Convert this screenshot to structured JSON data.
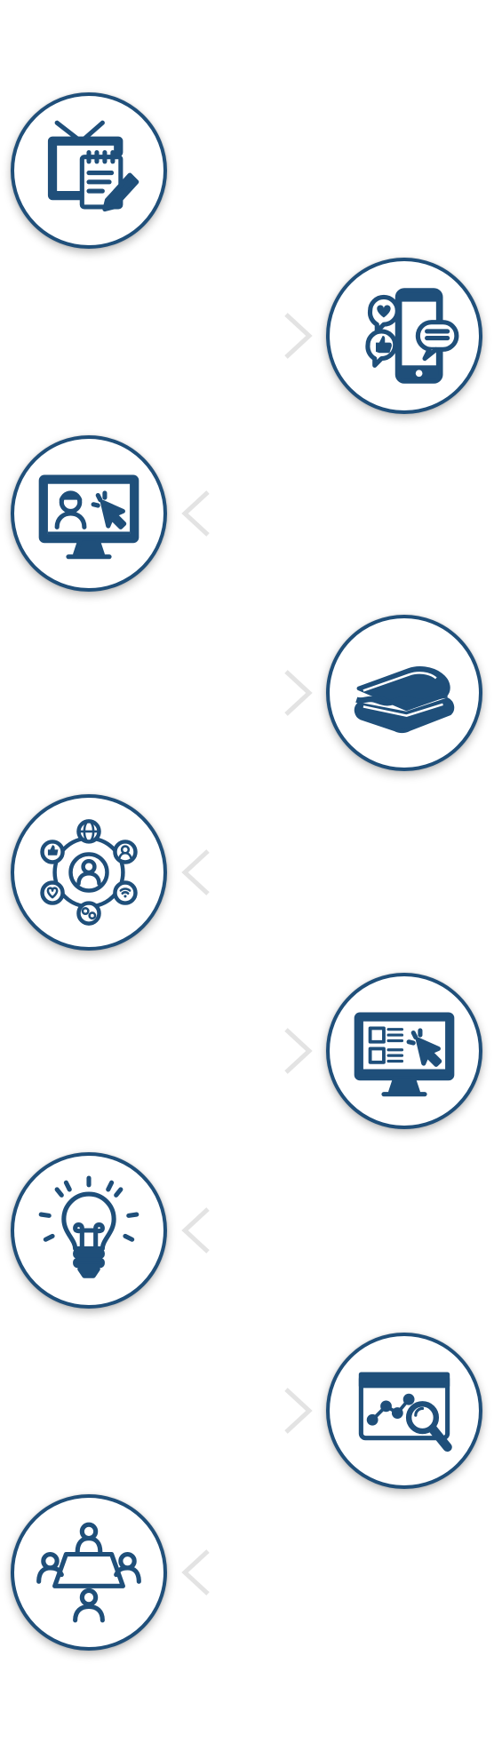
{
  "colors": {
    "primary": "#1f4f7a",
    "chevron": "#e3e3e3",
    "background": "#ffffff"
  },
  "items": [
    {
      "icon": "tv-notepad-icon",
      "side": "left"
    },
    {
      "icon": "smartphone-social-chat-icon",
      "side": "right"
    },
    {
      "icon": "monitor-video-call-cursor-icon",
      "side": "left"
    },
    {
      "icon": "sandwich-icon",
      "side": "right"
    },
    {
      "icon": "social-network-hub-icon",
      "side": "left"
    },
    {
      "icon": "monitor-web-layout-cursor-icon",
      "side": "right"
    },
    {
      "icon": "light-bulb-idea-icon",
      "side": "left"
    },
    {
      "icon": "browser-analytics-search-icon",
      "side": "right"
    },
    {
      "icon": "meeting-table-people-icon",
      "side": "left"
    }
  ]
}
